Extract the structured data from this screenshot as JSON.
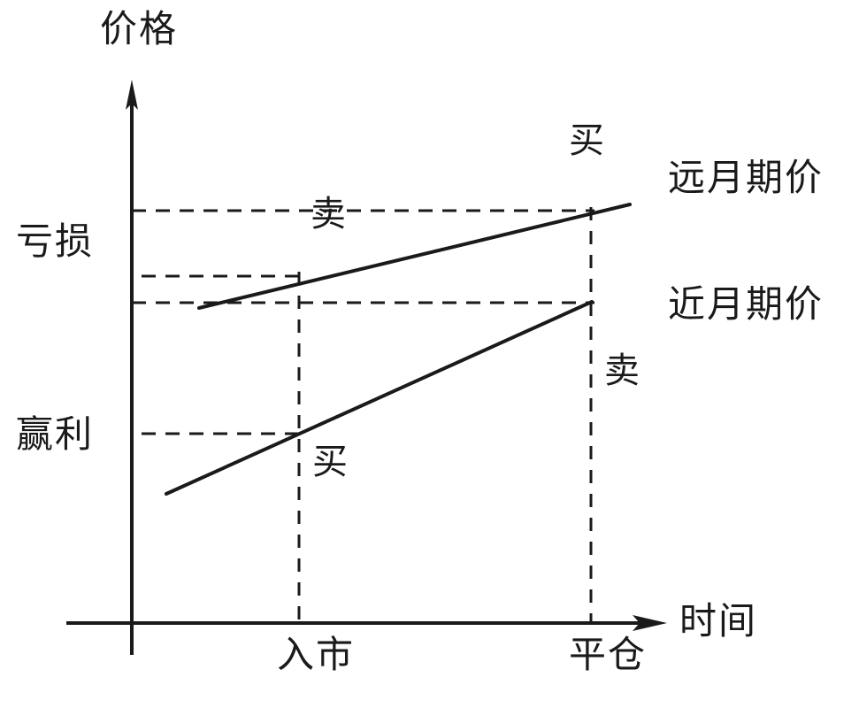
{
  "figure": {
    "type": "line-diagram",
    "background_color": "#ffffff",
    "stroke_color": "#1a1a1a",
    "axes": {
      "y_axis_label": "价格",
      "x_axis_label": "时间",
      "y_axis_arrow": "up-arrow-icon",
      "x_axis_arrow": "right-arrow-icon"
    },
    "region_labels": {
      "loss": "亏损",
      "profit": "赢利"
    },
    "x_tick_labels": [
      {
        "id": "entry",
        "label": "入市"
      },
      {
        "id": "exit",
        "label": "平仓"
      }
    ],
    "series_labels": [
      {
        "id": "far-month",
        "label": "远月期价"
      },
      {
        "id": "near-month",
        "label": "近月期价"
      }
    ],
    "action_labels": [
      {
        "id": "sell-far-level",
        "label": "卖"
      },
      {
        "id": "buy-far-exit",
        "label": "买"
      },
      {
        "id": "buy-near-entry",
        "label": "买"
      },
      {
        "id": "sell-near-exit",
        "label": "卖"
      }
    ]
  },
  "chart_data": {
    "type": "line",
    "title": "",
    "xlabel": "时间",
    "ylabel": "价格",
    "grid": false,
    "legend": "none",
    "xlim": [
      0,
      100
    ],
    "ylim": [
      0,
      100
    ],
    "x_categories": [
      "入市",
      "平仓"
    ],
    "series": [
      {
        "name": "远月期价",
        "points": [
          {
            "x": 12,
            "y": 58
          },
          {
            "x": 32,
            "y": 63
          },
          {
            "x": 90,
            "y": 78
          },
          {
            "x": 97,
            "y": 79
          }
        ],
        "annotations": [
          {
            "label": "卖",
            "at_x": 34,
            "at_y": 82
          },
          {
            "label": "买",
            "at_x": 88,
            "at_y": 90
          }
        ]
      },
      {
        "name": "近月期价",
        "points": [
          {
            "x": 6,
            "y": 24
          },
          {
            "x": 32,
            "y": 35
          },
          {
            "x": 90,
            "y": 60
          }
        ],
        "annotations": [
          {
            "label": "买",
            "at_x": 35,
            "at_y": 27
          },
          {
            "label": "卖",
            "at_x": 93,
            "at_y": 43
          }
        ]
      }
    ],
    "reference_lines": {
      "horizontal": [
        {
          "id": "far-sell-level",
          "y": 82,
          "style": "dashed"
        },
        {
          "id": "far-entry-level",
          "y": 63,
          "style": "dashed"
        },
        {
          "id": "near-exit-level",
          "y": 60,
          "style": "dashed"
        },
        {
          "id": "near-entry-level",
          "y": 35,
          "style": "dashed"
        }
      ],
      "vertical": [
        {
          "id": "entry",
          "x": 32,
          "label": "入市",
          "style": "dashed"
        },
        {
          "id": "exit",
          "x": 90,
          "label": "平仓",
          "style": "dashed"
        }
      ]
    },
    "annotations": [
      {
        "label": "亏损",
        "region": "upper-left-axis"
      },
      {
        "label": "赢利",
        "region": "lower-left-axis"
      }
    ]
  }
}
